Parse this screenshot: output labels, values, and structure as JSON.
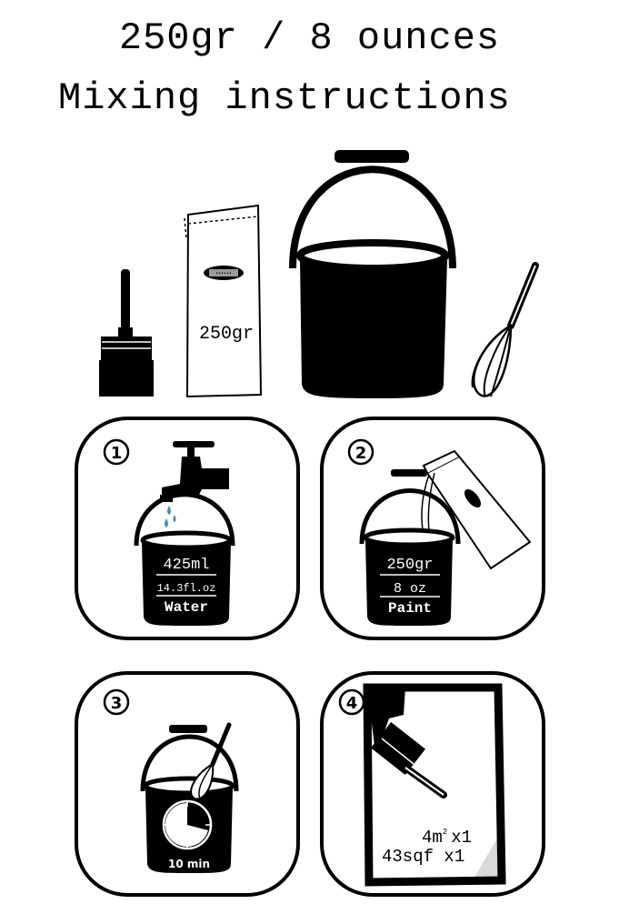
{
  "header": {
    "line1": "250gr / 8 ounces",
    "line2": "Mixing instructions"
  },
  "supplies": {
    "bag_label": "250gr",
    "icons": [
      "paintbrush-icon",
      "paint-bag-icon",
      "paint-pot-icon",
      "whisk-icon"
    ]
  },
  "steps": [
    {
      "number": "1",
      "amount": "425ml",
      "amount_alt": "14.3fl.oz",
      "ingredient": "Water",
      "icon": "water-tap-icon"
    },
    {
      "number": "2",
      "amount": "250gr",
      "amount_alt": "8 oz",
      "ingredient": "Paint",
      "icon": "pour-bag-icon"
    },
    {
      "number": "3",
      "time": "10 min",
      "icon": "timer-icon"
    },
    {
      "number": "4",
      "coverage_metric": "4m",
      "coverage_metric_sup": "2",
      "coverage_multiplier": "x1",
      "coverage_imperial": "43sqf x1",
      "icon": "paint-frame-icon"
    }
  ],
  "colors": {
    "water_drops": "#4a90b8",
    "ink": "#000000",
    "background": "#ffffff"
  }
}
